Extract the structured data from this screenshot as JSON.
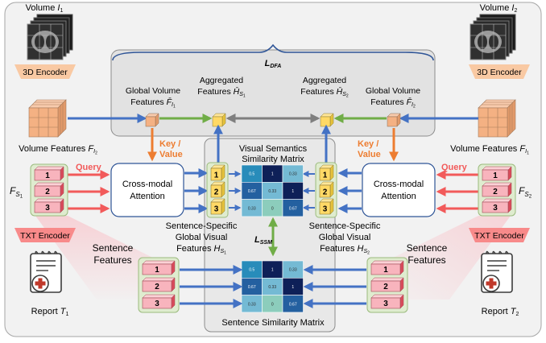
{
  "volumes": {
    "left": {
      "prefix": "Volume ",
      "sym": "I",
      "sub": "1"
    },
    "right": {
      "prefix": "Volume ",
      "sym": "I",
      "sub": "2"
    }
  },
  "encoders": {
    "three_d": "3D Encoder",
    "txt": "TXT Encoder"
  },
  "ldfa": {
    "sym": "L",
    "sub": "DFA"
  },
  "lssm": {
    "sym": "L",
    "sub": "SSM"
  },
  "features": {
    "global_volume_line1": "Global Volume",
    "global_volume_prefix": "Features ",
    "left_global_sub": "I",
    "left_global_subsub": "1",
    "right_global_sub": "I",
    "right_global_subsub": "2",
    "aggregated_line1": "Aggregated",
    "aggregated_prefix": "Features ",
    "left_agg_sub": "S",
    "left_agg_subsub": "1",
    "right_agg_sub": "S",
    "right_agg_subsub": "2",
    "volume_features_prefix": "Volume Features ",
    "left_vol_sub": "I",
    "left_vol_subsub": "2",
    "right_vol_sub": "I",
    "right_vol_subsub": "1"
  },
  "key_value": {
    "line1": "Key /",
    "line2": "Value"
  },
  "query": "Query",
  "cross_modal": {
    "line1": "Cross-modal",
    "line2": "Attention"
  },
  "sentence_specific": {
    "line1": "Sentence-Specific",
    "line2": "Global Visual",
    "line3_prefix": "Features ",
    "left_sub": "S",
    "left_subsub": "1",
    "right_sub": "S",
    "right_subsub": "2"
  },
  "sentence_features": {
    "line1": "Sentence",
    "line2": "Features"
  },
  "fs_labels": {
    "left_sub": "S",
    "left_subsub": "1",
    "right_sub": "S",
    "right_subsub": "2"
  },
  "sentence_numbers": [
    "1",
    "2",
    "3"
  ],
  "visual_matrix_title": {
    "line1": "Visual Semantics",
    "line2": "Similarity Matrix"
  },
  "sentence_matrix_title": "Sentence Similarity Matrix",
  "visual_matrix": [
    [
      "0.5",
      "1",
      "0.33"
    ],
    [
      "0.67",
      "0.33",
      "1"
    ],
    [
      "0.33",
      "0",
      "0.67"
    ]
  ],
  "sentence_matrix": [
    [
      "0.5",
      "1",
      "0.33"
    ],
    [
      "0.67",
      "0.33",
      "1"
    ],
    [
      "0.33",
      "0",
      "0.67"
    ]
  ],
  "reports": {
    "left": {
      "prefix": "Report ",
      "sym": "T",
      "sub": "1"
    },
    "right": {
      "prefix": "Report ",
      "sym": "T",
      "sub": "2"
    }
  },
  "colors": {
    "blue_arrow": "#4472c4",
    "orange_arrow": "#ed7d31",
    "green_arrow": "#70ad47",
    "gray_arrow": "#7f7f7f",
    "query_arrow": "#f25a5a",
    "ldfa_brace": "#2f5597",
    "encoder_fill": "#f9c9a3",
    "txt_encoder_fill": "#f88a8a",
    "sentence_pink": "#f8b4bd",
    "sentence_red": "#d94b5b",
    "feature_yellow": "#ffd966",
    "cube_orange": "#f4b183"
  }
}
